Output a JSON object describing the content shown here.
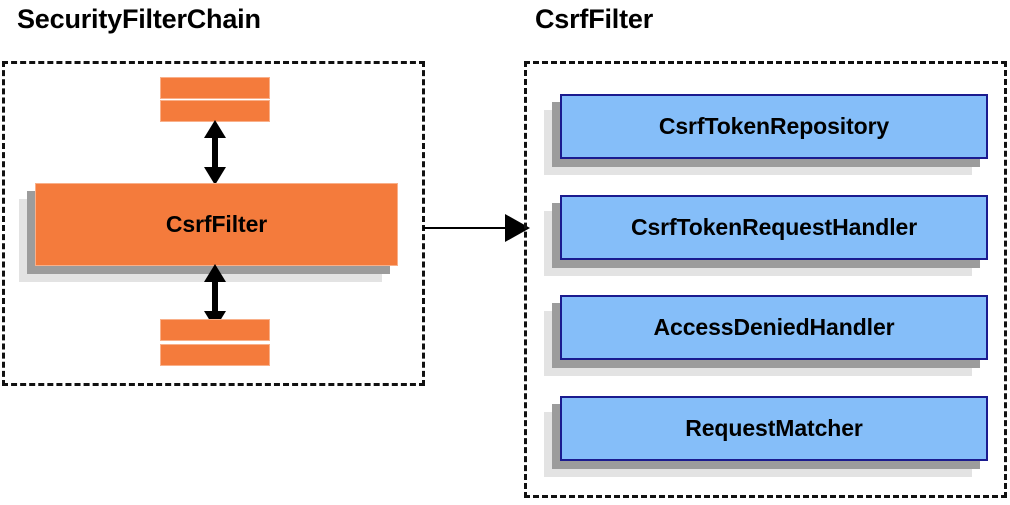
{
  "diagram": {
    "title_left": "SecurityFilterChain",
    "title_right": "CsrfFilter",
    "colors": {
      "orange_fill": "#f47b3c",
      "orange_border": "#f9b08a",
      "blue_fill": "#85bef9",
      "blue_border": "#1b1b8f",
      "shadow_near": "#9c9c9c",
      "shadow_far": "#e3e3e3",
      "dashed_border": "#111111",
      "text": "#000000"
    }
  },
  "left_panel": {
    "filter_box_label": "CsrfFilter",
    "top_bars": [
      "",
      ""
    ],
    "bottom_bars": [
      "",
      ""
    ],
    "arrow_up_name": "bidirectional-arrow-up",
    "arrow_down_name": "bidirectional-arrow-down"
  },
  "connector": {
    "name": "connector-arrow-right"
  },
  "right_panel": {
    "collaborators": [
      {
        "label": "CsrfTokenRepository"
      },
      {
        "label": "CsrfTokenRequestHandler"
      },
      {
        "label": "AccessDeniedHandler"
      },
      {
        "label": "RequestMatcher"
      }
    ]
  }
}
